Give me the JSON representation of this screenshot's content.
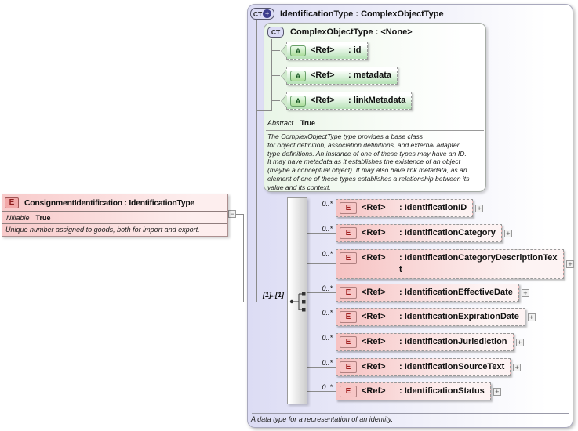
{
  "left_element": {
    "icon": "E",
    "title": "ConsignmentIdentification : IdentificationType",
    "facts": [
      {
        "label": "Nillable",
        "value": "True"
      }
    ],
    "doc": "Unique number assigned to goods, both for import and export."
  },
  "type_box": {
    "icon": "CT",
    "icon_plus": "+",
    "title": "IdentificationType : ComplexObjectType",
    "doc": "A data type for a representation of an identity.",
    "sequence_multiplicity": "[1]..[1]",
    "base": {
      "icon": "CT",
      "title": "ComplexObjectType : <None>",
      "attributes": [
        {
          "icon": "A",
          "ref": "<Ref>",
          "name": "id"
        },
        {
          "icon": "A",
          "ref": "<Ref>",
          "name": "metadata"
        },
        {
          "icon": "A",
          "ref": "<Ref>",
          "name": "linkMetadata"
        }
      ],
      "facts": [
        {
          "label": "Abstract",
          "value": "True"
        }
      ],
      "doc": "The ComplexObjectType type provides a base class\nfor object definition, association definitions, and external adapter\ntype definitions. An instance of one of these types may have an ID.\nIt may have metadata as it establishes the existence of an object\n(maybe a conceptual object). It may also have link metadata, as an\nelement of one of these types establishes a relationship between its\nvalue and its context."
    },
    "elements": [
      {
        "mult": "0..*",
        "icon": "E",
        "ref": "<Ref>",
        "name": "IdentificationID"
      },
      {
        "mult": "0..*",
        "icon": "E",
        "ref": "<Ref>",
        "name": "IdentificationCategory"
      },
      {
        "mult": "0..*",
        "icon": "E",
        "ref": "<Ref>",
        "name": "IdentificationCategoryDescriptionText"
      },
      {
        "mult": "0..*",
        "icon": "E",
        "ref": "<Ref>",
        "name": "IdentificationEffectiveDate"
      },
      {
        "mult": "0..*",
        "icon": "E",
        "ref": "<Ref>",
        "name": "IdentificationExpirationDate"
      },
      {
        "mult": "0..*",
        "icon": "E",
        "ref": "<Ref>",
        "name": "IdentificationJurisdiction"
      },
      {
        "mult": "0..*",
        "icon": "E",
        "ref": "<Ref>",
        "name": "IdentificationSourceText"
      },
      {
        "mult": "0..*",
        "icon": "E",
        "ref": "<Ref>",
        "name": "IdentificationStatus"
      }
    ]
  },
  "ui": {
    "expand_glyph": "+",
    "collapse_glyph": "−"
  },
  "colors": {
    "element_pink": "#f6c2c2",
    "attribute_green": "#b9e3b9",
    "container_lavender": "#dcdcf4",
    "line_gray": "#8a8a8a",
    "icon_plus_circle": "#3b3b8c"
  }
}
